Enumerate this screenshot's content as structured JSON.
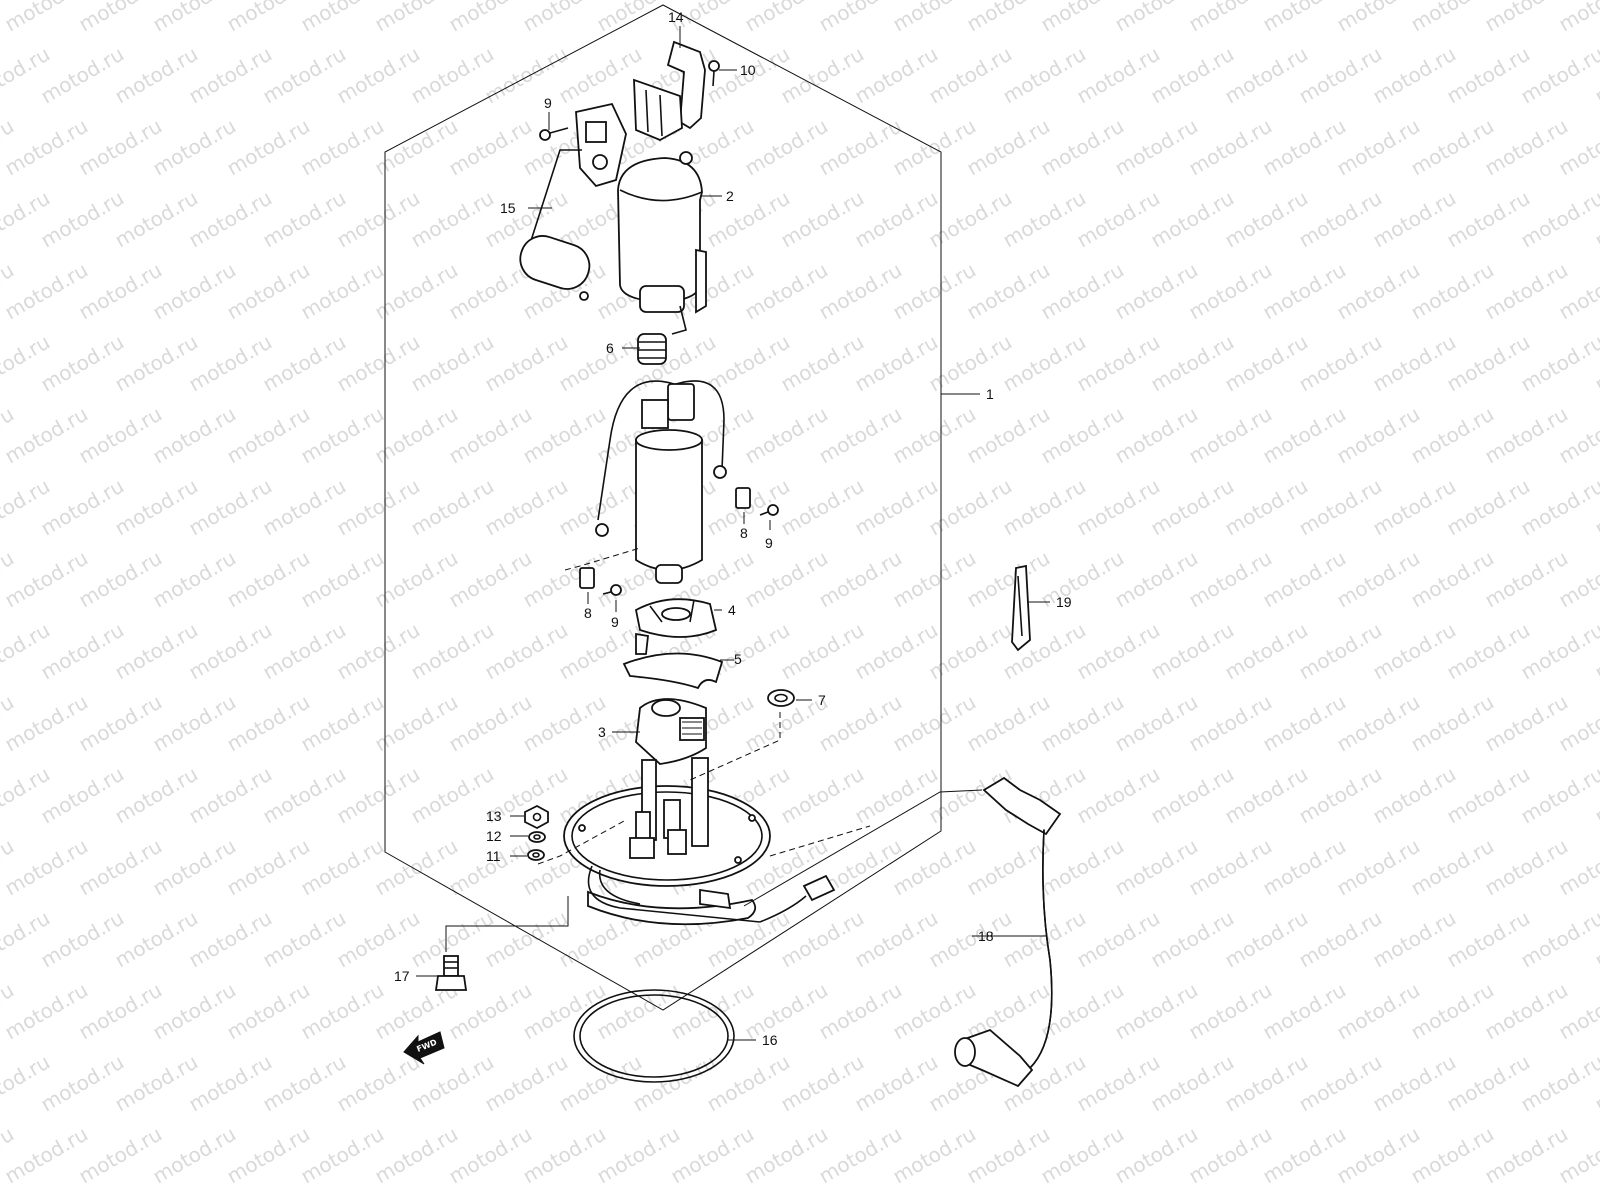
{
  "watermark": {
    "text": "motod.ru"
  },
  "fwd_label": "FWD",
  "callouts": [
    {
      "id": "c1",
      "label": "1"
    },
    {
      "id": "c2",
      "label": "2"
    },
    {
      "id": "c3",
      "label": "3"
    },
    {
      "id": "c4",
      "label": "4"
    },
    {
      "id": "c5",
      "label": "5"
    },
    {
      "id": "c6",
      "label": "6"
    },
    {
      "id": "c7",
      "label": "7"
    },
    {
      "id": "c8a",
      "label": "8"
    },
    {
      "id": "c8b",
      "label": "8"
    },
    {
      "id": "c9a",
      "label": "9"
    },
    {
      "id": "c9b",
      "label": "9"
    },
    {
      "id": "c9c",
      "label": "9"
    },
    {
      "id": "c10",
      "label": "10"
    },
    {
      "id": "c11",
      "label": "11"
    },
    {
      "id": "c12",
      "label": "12"
    },
    {
      "id": "c13",
      "label": "13"
    },
    {
      "id": "c14",
      "label": "14"
    },
    {
      "id": "c15",
      "label": "15"
    },
    {
      "id": "c16",
      "label": "16"
    },
    {
      "id": "c17",
      "label": "17"
    },
    {
      "id": "c18",
      "label": "18"
    },
    {
      "id": "c19",
      "label": "19"
    }
  ]
}
